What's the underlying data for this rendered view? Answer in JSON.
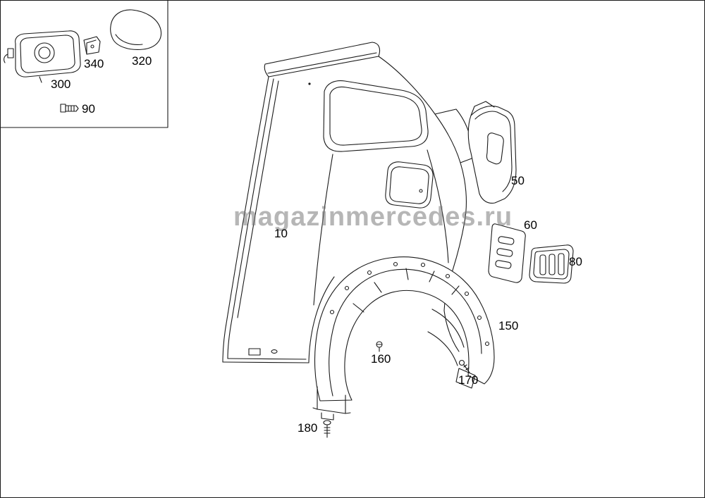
{
  "page": {
    "background": "#ffffff",
    "line_color": "#1a1a1a"
  },
  "watermark": {
    "text": "magazinmercedes.ru",
    "color": "#7a7a7a"
  },
  "part_labels": {
    "p10": "10",
    "p50": "50",
    "p60": "60",
    "p80": "80",
    "p90": "90",
    "p150": "150",
    "p160": "160",
    "p170": "170",
    "p180": "180",
    "p300": "300",
    "p320": "320",
    "p340": "340"
  }
}
